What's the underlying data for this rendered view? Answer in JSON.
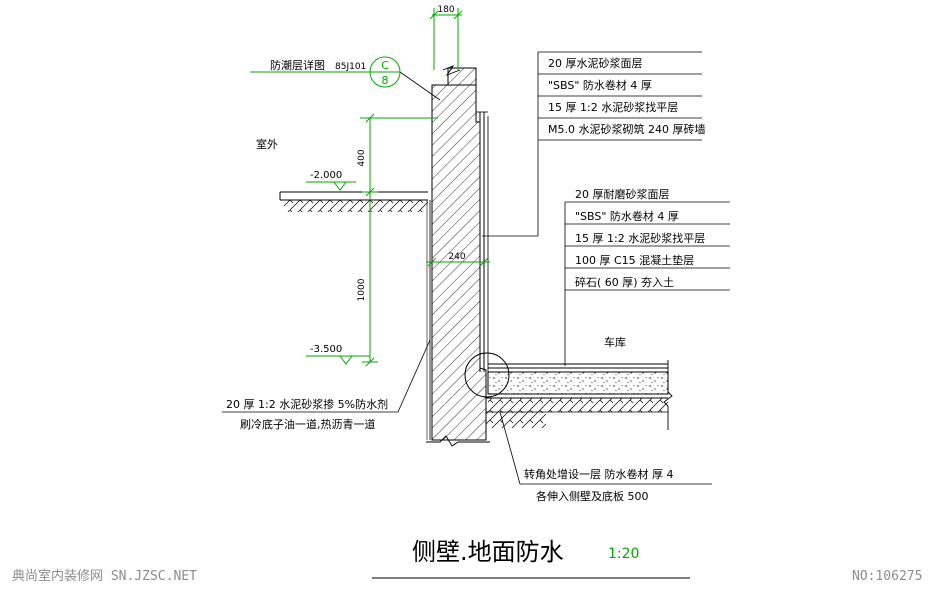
{
  "dim_wall_width": "180",
  "dim_wall_thickness": "240",
  "dim_height_upper": "400",
  "dim_height_lower": "1000",
  "detail_ref": {
    "label": "防潮层详图",
    "code": "85J101",
    "symbol_top": "C",
    "symbol_bottom": "8"
  },
  "outside_label": "室外",
  "garage_label": "车库",
  "levels": {
    "ground": "-2.000",
    "floor": "-3.500"
  },
  "wall_layers": [
    "20 厚水泥砂浆面层",
    "\"SBS\" 防水卷材   4 厚",
    "15 厚 1:2  水泥砂浆找平层",
    "M5.0  水泥砂浆砌筑    240  厚砖墙"
  ],
  "floor_layers": [
    "20 厚耐磨砂浆面层",
    "\"SBS\"  防水卷材    4 厚",
    "15 厚 1:2  水泥砂浆找平层",
    "100 厚 C15  混凝土垫层",
    "碎石(  60 厚) 夯入土"
  ],
  "plaster_note": {
    "line1": "20 厚 1:2  水泥砂浆掺   5%防水剂",
    "line2": "刷冷底子油一道,热沥青一道"
  },
  "corner_note": {
    "line1": "转角处增设一层   防水卷材  厚          4",
    "line2": "各伸入侧壁及底板          500"
  },
  "title": "侧壁.地面防水",
  "scale": "1:20",
  "watermark_left": "典尚室内装修网 SN.JZSC.NET",
  "watermark_right": "NO:106275",
  "colors": {
    "dimension": "#00aa00",
    "line": "#000000",
    "watermark": "#8c8c8c"
  }
}
